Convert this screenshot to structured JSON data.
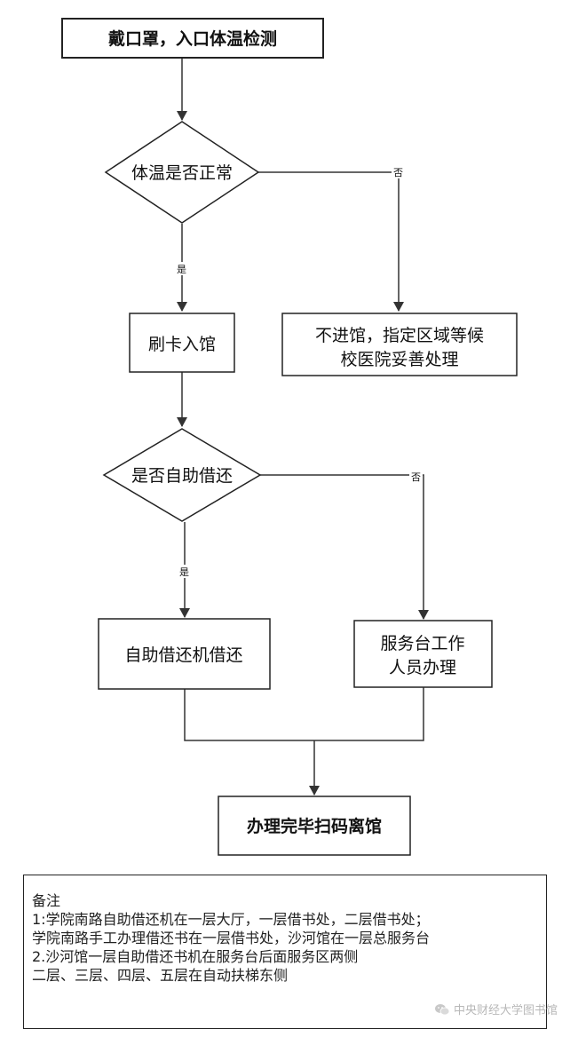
{
  "nodes": {
    "start": "戴口罩，入口体温检测",
    "temp_check": "体温是否正常",
    "swipe_card": "刷卡入馆",
    "no_entry": [
      "不进馆，指定区域等候",
      "校医院妥善处理"
    ],
    "self_service_check": "是否自助借还",
    "self_machine": "自助借还机借还",
    "service_desk": [
      "服务台工作",
      "人员办理"
    ],
    "finish": "办理完毕扫码离馆"
  },
  "edges": {
    "temp_no": "否",
    "temp_yes": "是",
    "self_no": "否",
    "self_yes": "是"
  },
  "notes": {
    "title": "备注",
    "lines": [
      "1:学院南路自助借还机在一层大厅，一层借书处，二层借书处；",
      "学院南路手工办理借还书在一层借书处，沙河馆在一层总服务台",
      "2.沙河馆一层自助借还书机在服务台后面服务区两侧",
      "二层、三层、四层、五层在自动扶梯东侧"
    ]
  },
  "watermark": {
    "text": "中央财经大学图书馆",
    "icon": "wechat-icon"
  }
}
